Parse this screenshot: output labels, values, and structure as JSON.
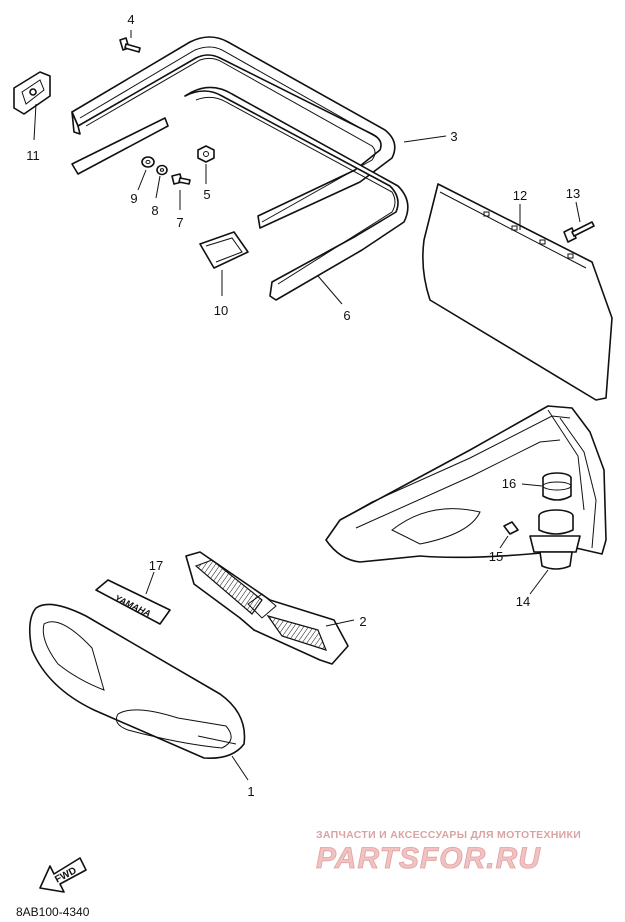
{
  "diagram": {
    "callouts": [
      "1",
      "2",
      "3",
      "4",
      "5",
      "6",
      "7",
      "8",
      "9",
      "10",
      "11",
      "12",
      "13",
      "14",
      "15",
      "16",
      "17"
    ],
    "decal_text": "YAMAHA",
    "direction_marker": "FWD",
    "reference_code": "8AB100-4340"
  },
  "watermark": {
    "tagline": "ЗАПЧАСТИ И АКСЕССУАРЫ ДЛЯ МОТОТЕХНИКИ",
    "brand": "PARTSFOR.RU"
  },
  "colors": {
    "line": "#111111",
    "watermark": "#e3a0a0"
  }
}
